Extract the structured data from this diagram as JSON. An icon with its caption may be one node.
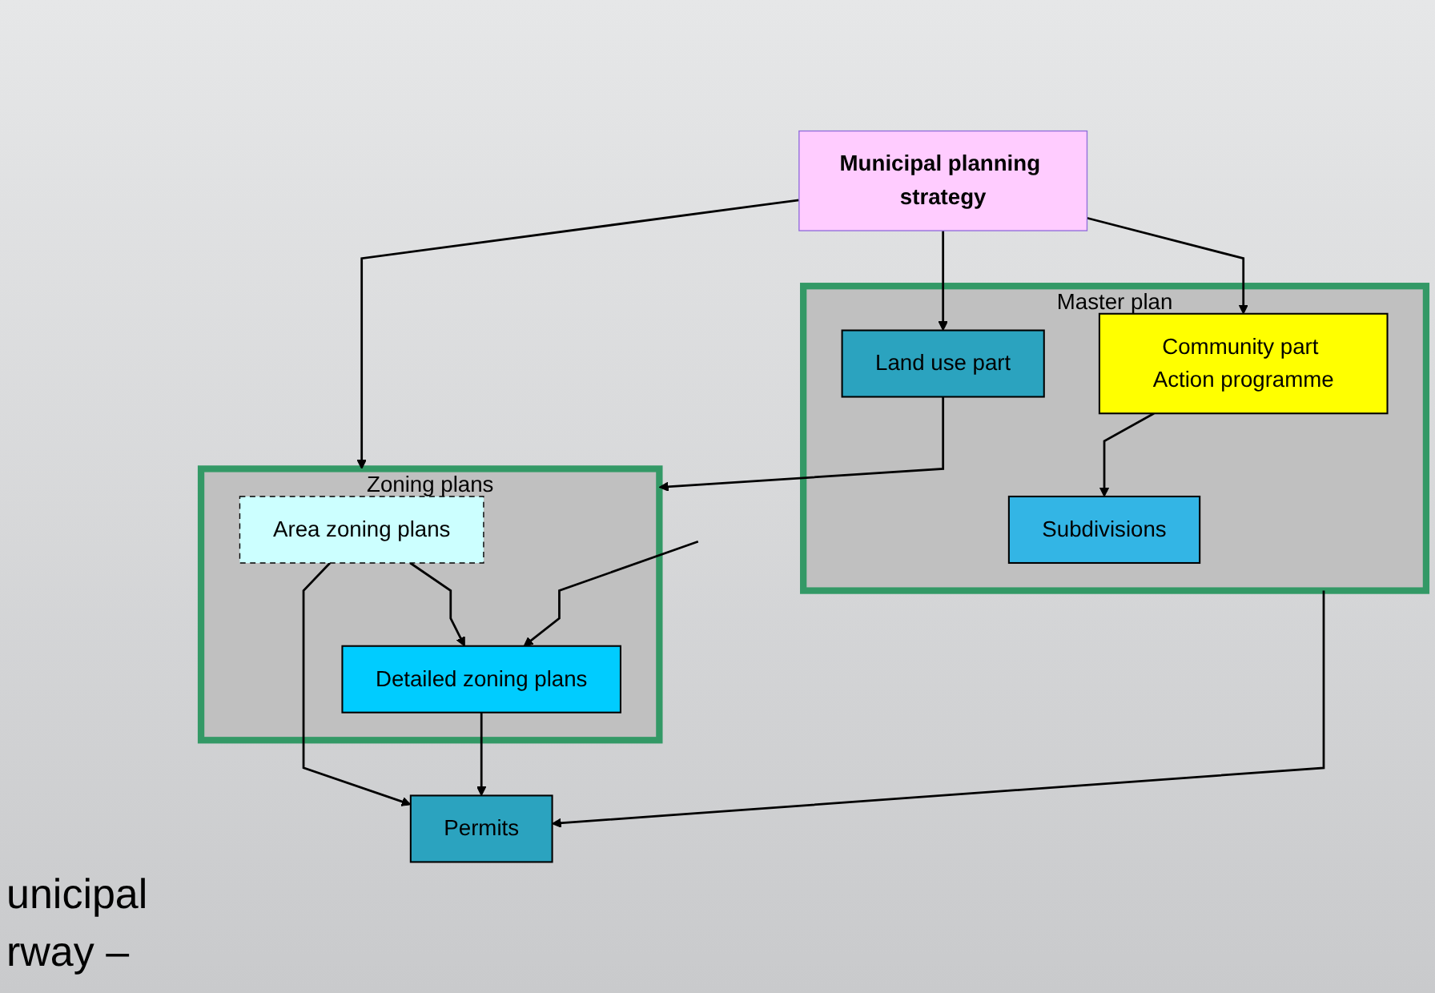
{
  "diagram": {
    "nodes": [
      {
        "text": [
          "Municipal planning strategy"
        ]
      },
      {
        "text": [
          "Master plan"
        ]
      },
      {
        "text": [
          "Community part Action programme"
        ],
        "in": 1
      },
      {
        "text": [
          "Land use part"
        ],
        "in": 1
      },
      {
        "text": [
          "Subdivisions"
        ],
        "in": 1
      },
      {
        "text": [
          "Zoning plans"
        ]
      },
      {
        "text": [
          "Area zoning plans"
        ],
        "in": 5
      },
      {
        "text": [
          "Detailed zoning plans"
        ],
        "in": 5
      },
      {
        "text": [
          "Permits"
        ]
      }
    ],
    "edges": [
      {
        "from": 0,
        "to": 2,
        "arrow": "to"
      },
      {
        "from": 0,
        "to": 3,
        "arrow": "to"
      },
      {
        "from": 0,
        "to": 5,
        "arrow": "to"
      },
      {
        "from": 2,
        "to": 4,
        "arrow": "to"
      },
      {
        "from": 3,
        "to": 5,
        "arrow": "to"
      },
      {
        "from": 6,
        "to": 7,
        "arrow": "to"
      },
      {
        "from": null,
        "to": 7,
        "arrow": "to"
      },
      {
        "from": 1,
        "to": 8,
        "arrow": "to"
      },
      {
        "from": 6,
        "to": 8,
        "arrow": "to"
      },
      {
        "from": 7,
        "to": 8,
        "arrow": "to"
      }
    ],
    "labels": [
      "unicipal",
      "rway –"
    ]
  }
}
